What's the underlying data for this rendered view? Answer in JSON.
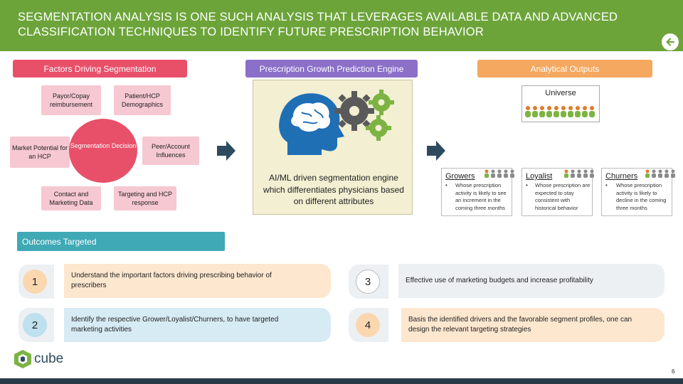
{
  "header": {
    "title": "SEGMENTATION ANALYSIS IS ONE SUCH ANALYSIS THAT LEVERAGES AVAILABLE DATA AND ADVANCED CLASSIFICATION TECHNIQUES TO IDENTIFY FUTURE PRESCRIPTION BEHAVIOR"
  },
  "sections": {
    "factors": "Factors Driving Segmentation",
    "engine": "Prescription Growth Prediction Engine",
    "outputs": "Analytical Outputs",
    "outcomes": "Outcomes Targeted"
  },
  "factors": {
    "payor": "Payor/Copay reimbursement",
    "patient": "Patient/HCP Demographics",
    "market": "Market Potential for an HCP",
    "decision": "Segmentation Decision",
    "peer": "Peer/Account Influences",
    "contact": "Contact and Marketing Data",
    "targeting": "Targeting and HCP response"
  },
  "engine": {
    "description": "AI/ML driven segmentation engine which differentiates physicians based on different attributes"
  },
  "outputs": {
    "universe": "Universe",
    "segments": [
      {
        "name": "Growers",
        "desc": "Whose prescription activity is likely to see an increment in the coming three months"
      },
      {
        "name": "Loyalist",
        "desc": "Whose prescription are expected to stay consistent with historical behavior"
      },
      {
        "name": "Churners",
        "desc": "Whose prescription activity is likely to decline in the coming three months"
      }
    ],
    "bullet": "•"
  },
  "outcomes": [
    {
      "num": "1",
      "text": "Understand the important factors driving prescribing behavior of prescribers"
    },
    {
      "num": "2",
      "text": "Identify the respective Grower/Loyalist/Churners, to have targeted marketing activities"
    },
    {
      "num": "3",
      "text": "Effective use of marketing budgets and increase profitability"
    },
    {
      "num": "4",
      "text": "Basis the identified drivers and the favorable segment profiles, one can design the relevant targeting strategies"
    }
  ],
  "footer": {
    "logo_text": "cube",
    "page_number": "6"
  },
  "colors": {
    "header_green": "#6ca43a",
    "factor_pink": "#e8506a",
    "engine_violet": "#8b6fc8",
    "output_orange": "#f4a860",
    "outcome_teal": "#3fa9b5",
    "card_peach": "#fde7cf",
    "card_blue": "#d7ebf4",
    "card_gray": "#edf0f3"
  }
}
